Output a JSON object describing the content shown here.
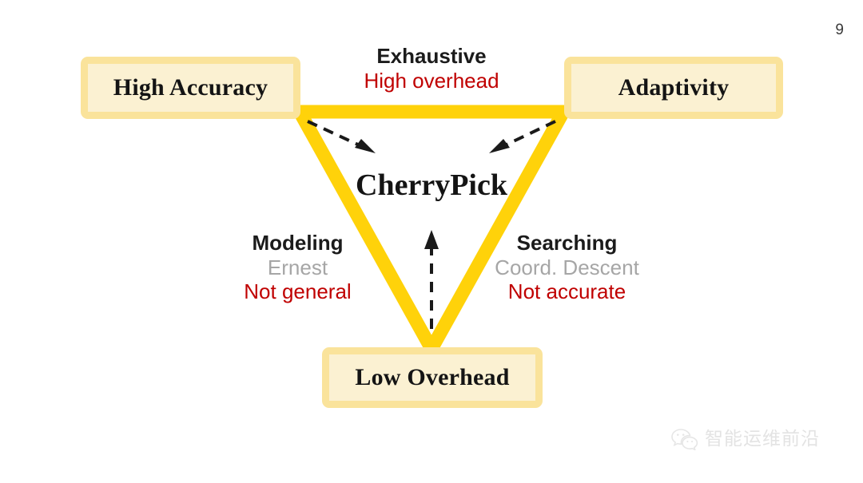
{
  "slide": {
    "page_number": "9",
    "center_title": "CherryPick",
    "background_color": "#ffffff"
  },
  "palette": {
    "triangle_yellow": "#FFD20A",
    "box_fill": "#FBF1D2",
    "box_border": "#FAE39B",
    "heading_black": "#1B1B1B",
    "system_gray": "#A6A6A6",
    "flaw_red": "#C00000",
    "watermark_gray": "#E3E3E3"
  },
  "nodes": [
    {
      "id": "high-accuracy",
      "label": "High Accuracy"
    },
    {
      "id": "adaptivity",
      "label": "Adaptivity"
    },
    {
      "id": "low-overhead",
      "label": "Low Overhead"
    }
  ],
  "annotations": {
    "top": {
      "method": "Exhaustive",
      "system": "",
      "flaw": "High overhead"
    },
    "left": {
      "method": "Modeling",
      "system": "Ernest",
      "flaw": "Not general"
    },
    "right": {
      "method": "Searching",
      "system": "Coord. Descent",
      "flaw": "Not accurate"
    }
  },
  "arrows": [
    {
      "id": "arrow-top-left",
      "from": "high-accuracy-corner",
      "to": "center",
      "style": "dashed"
    },
    {
      "id": "arrow-top-right",
      "from": "adaptivity-corner",
      "to": "center",
      "style": "dashed"
    },
    {
      "id": "arrow-bottom",
      "from": "low-overhead-corner",
      "to": "center",
      "style": "dashed"
    }
  ],
  "watermark": {
    "icon": "wechat-icon",
    "text": "智能运维前沿"
  }
}
